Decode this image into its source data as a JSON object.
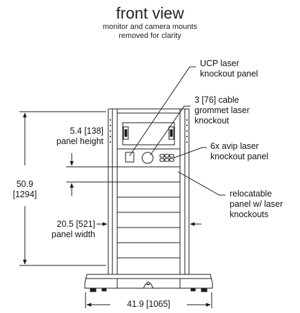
{
  "header": {
    "title": "front view",
    "subtitle_line1": "monitor and camera mounts",
    "subtitle_line2": "removed for clarity"
  },
  "callouts": {
    "ucp_line1": "UCP laser",
    "ucp_line2": "knockout panel",
    "grommet_line1": "3 [76] cable",
    "grommet_line2": "grommet laser",
    "grommet_line3": "knockout",
    "avip_line1": "6x avip laser",
    "avip_line2": "knockout panel",
    "reloc_line1": "relocatable",
    "reloc_line2": "panel w/ laser",
    "reloc_line3": "knockouts"
  },
  "dimensions": {
    "panel_height_value": "5.4 [138]",
    "panel_height_label": "panel height",
    "overall_height_value": "50.9",
    "overall_height_mm": "[1294]",
    "panel_width_value": "20.5 [521]",
    "panel_width_label": "panel width",
    "base_width": "41.9 [1065]"
  },
  "colors": {
    "line": "#1a1a1a",
    "fill": "#ffffff"
  }
}
